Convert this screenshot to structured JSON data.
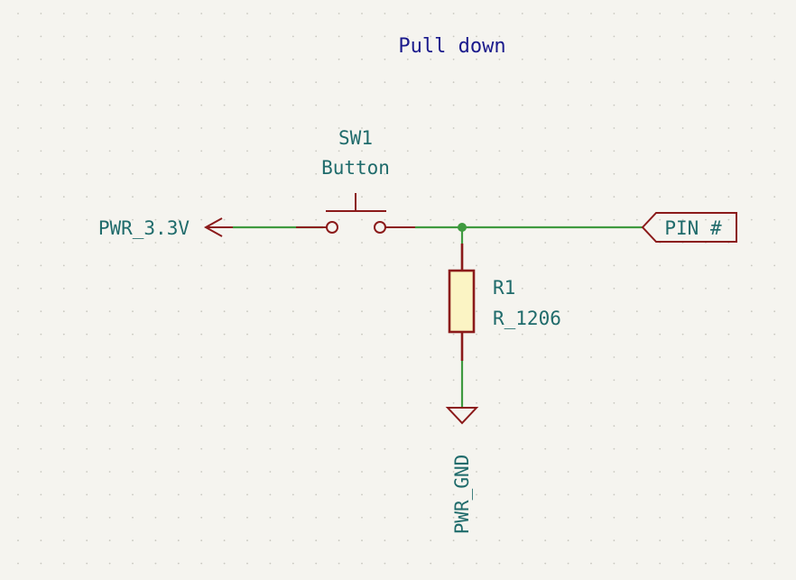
{
  "sheet": {
    "title": "Pull down",
    "background": "#f5f4ef",
    "grid_dot_color": "#c9c8c0"
  },
  "colors": {
    "wire": "#3f9a3f",
    "symbol": "#8b1a1a",
    "symbol_fill": "#fbf4c4",
    "label_text": "#1f6b6b",
    "note_text": "#1a1a8c"
  },
  "power": {
    "supply_name": "PWR_3.3V",
    "ground_name": "PWR_GND"
  },
  "components": {
    "switch": {
      "reference": "SW1",
      "value": "Button"
    },
    "resistor": {
      "reference": "R1",
      "value": "R_1206"
    }
  },
  "hierarchical_label": {
    "text": "PIN #"
  }
}
